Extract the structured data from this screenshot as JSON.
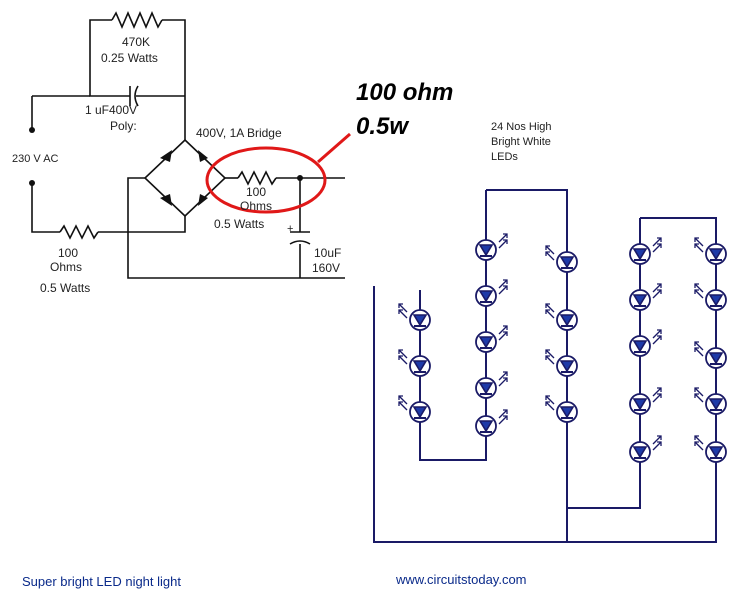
{
  "labels": {
    "r_top_value": "470K",
    "r_top_power": "0.25 Watts",
    "cap_value": "1 uF400V",
    "cap_type": "Poly:",
    "source": "230 V AC",
    "bridge": "400V, 1A Bridge",
    "r_mid_value": "100",
    "r_mid_unit": "Ohms",
    "r_mid_power": "0.5 Watts",
    "r_low_value": "100",
    "r_low_unit": "Ohms",
    "r_low_power": "0.5 Watts",
    "cap2_value": "10uF",
    "cap2_voltage": "160V",
    "leds_line1": "24 Nos High",
    "leds_line2": "Bright White",
    "leds_line3": "LEDs"
  },
  "annotation": {
    "line1": "100 ohm",
    "line2": "0.5w",
    "color": "#e01818"
  },
  "footer": {
    "caption": "Super bright LED night light",
    "website": "www.circuitstoday.com"
  },
  "colors": {
    "wire": "#1a1a66",
    "led": "#1e3aa8",
    "highlight": "#e01818"
  }
}
